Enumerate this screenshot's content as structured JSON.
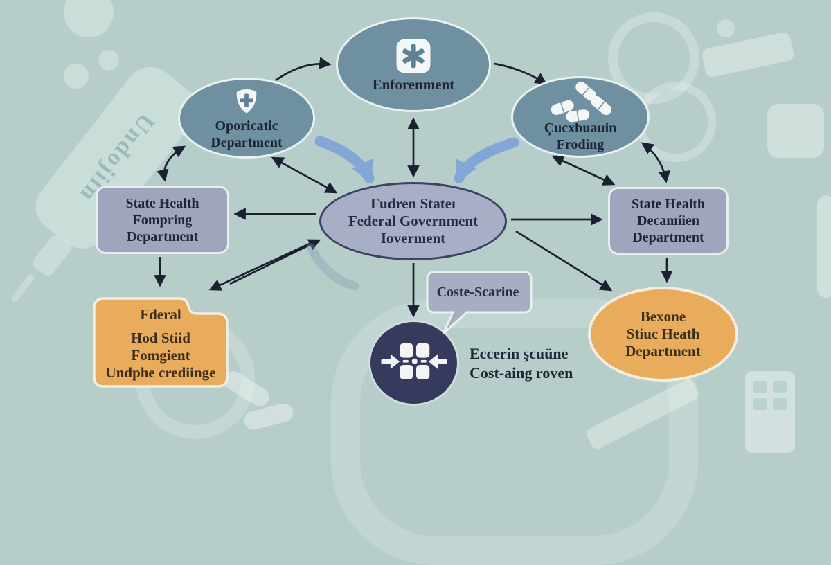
{
  "background": {
    "color": "#b6cdca",
    "pen_text": "Undojiln",
    "watermarks": [
      "insulin-pen",
      "circles",
      "gear",
      "syringe",
      "pills",
      "stethoscope-ring",
      "calculator"
    ]
  },
  "colors": {
    "teal_node": "#6e90a1",
    "purple_node": "#a8aec5",
    "purple_rect": "#9fa5bc",
    "orange_node": "#e9ab5c",
    "dark_circle": "#363b5e",
    "arrow": "#1b2130",
    "blue_arrow": "#7ea2d8",
    "text_dark": "#1e2536"
  },
  "nodes": {
    "enforcement": {
      "label": "Enforenment",
      "icon": "star-of-life-icon"
    },
    "oporicatic": {
      "line1": "Oporicatic",
      "line2": "Department",
      "icon": "shield-cross-icon"
    },
    "cucxbuauin": {
      "line1": "Çucxbuauin",
      "line2": "Froding",
      "icon": "pills-icon"
    },
    "federal_government": {
      "line1": "Fudren Stateı",
      "line2": "Federal Government",
      "line3": "Ioverment"
    },
    "state_health_left": {
      "line1": "State Health",
      "line2": "Fompring",
      "line3": "Department"
    },
    "state_health_right": {
      "line1": "State Health",
      "line2": "Decamíien",
      "line3": "Department"
    },
    "federal_funding": {
      "line1": "Fderal",
      "line2": "Hod Stiid",
      "line3": "Fomgient",
      "line4": "Undphe crediinge"
    },
    "bexone": {
      "line1": "Bexone",
      "line2": "Stiuc Heath",
      "line3": "Department"
    },
    "cost_bubble": {
      "label": "Coste-Scarine"
    },
    "cost_circle": {
      "icon": "compress-arrows-icon"
    },
    "cost_caption": {
      "line1": "Eccerin şcuüne",
      "line2": "Cost-aing roven"
    }
  },
  "edges": [
    {
      "from": "oporicatic",
      "to": "enforcement",
      "type": "single"
    },
    {
      "from": "enforcement",
      "to": "cucxbuauin",
      "type": "single"
    },
    {
      "from": "enforcement",
      "to": "federal_government",
      "type": "double"
    },
    {
      "from": "oporicatic",
      "to": "state_health_left",
      "type": "double-curved"
    },
    {
      "from": "cucxbuauin",
      "to": "state_health_right",
      "type": "double-curved"
    },
    {
      "from": "oporicatic",
      "to": "federal_government",
      "type": "double"
    },
    {
      "from": "cucxbuauin",
      "to": "federal_government",
      "type": "double"
    },
    {
      "from": "federal_government",
      "to": "state_health_left",
      "type": "single"
    },
    {
      "from": "federal_government",
      "to": "state_health_right",
      "type": "single"
    },
    {
      "from": "state_health_left",
      "to": "federal_funding",
      "type": "single"
    },
    {
      "from": "state_health_right",
      "to": "bexone",
      "type": "single"
    },
    {
      "from": "federal_government",
      "to": "federal_funding",
      "type": "single"
    },
    {
      "from": "federal_funding",
      "to": "federal_government",
      "type": "single"
    },
    {
      "from": "federal_government",
      "to": "bexone",
      "type": "single"
    },
    {
      "from": "federal_government",
      "to": "cost_circle",
      "type": "single"
    },
    {
      "from": "blue-flow-left",
      "to": "federal_government",
      "type": "blue-curved"
    },
    {
      "from": "blue-flow-right",
      "to": "federal_government",
      "type": "blue-curved"
    }
  ]
}
